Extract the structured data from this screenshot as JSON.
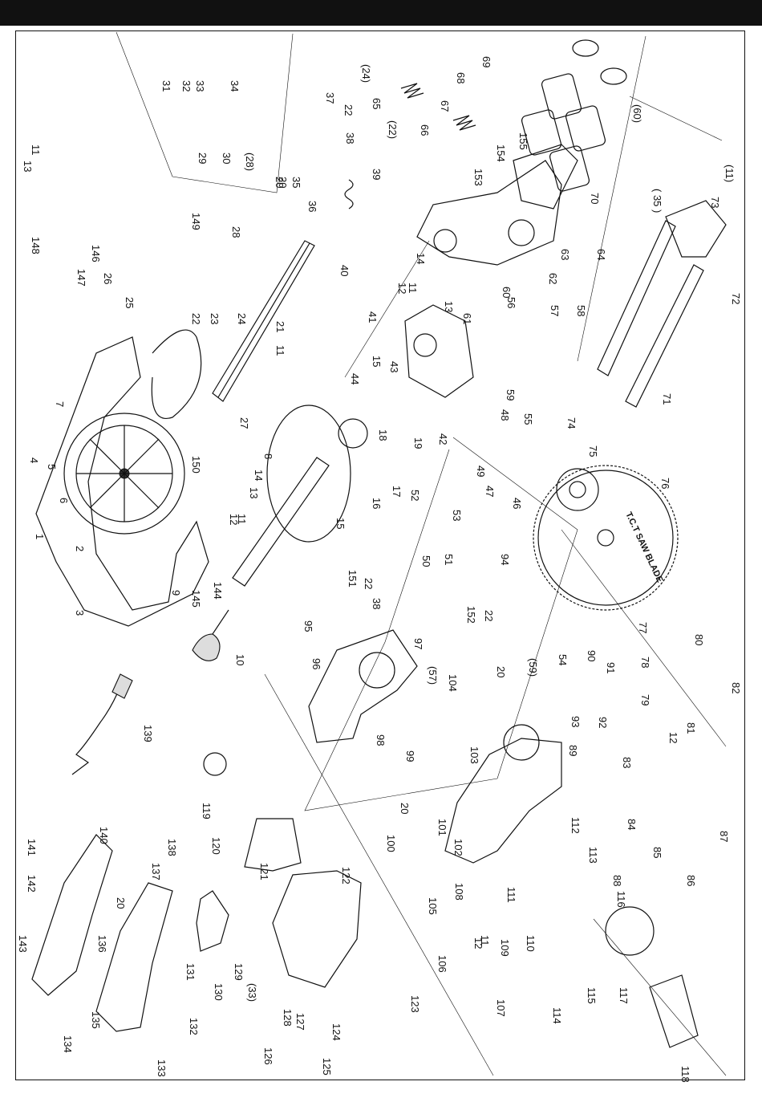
{
  "colors": {
    "header": "#111111",
    "line": "#111111",
    "background": "#ffffff"
  },
  "blade_text": "T.C.T SAW BLADE",
  "labels": [
    {
      "id": "l1",
      "t": "1"
    },
    {
      "id": "l2",
      "t": "2"
    },
    {
      "id": "l3",
      "t": "3"
    },
    {
      "id": "l4",
      "t": "4"
    },
    {
      "id": "l5",
      "t": "5"
    },
    {
      "id": "l6",
      "t": "6"
    },
    {
      "id": "l7",
      "t": "7"
    },
    {
      "id": "l8",
      "t": "8"
    },
    {
      "id": "l9",
      "t": "9"
    },
    {
      "id": "l10",
      "t": "10"
    },
    {
      "id": "l11a",
      "t": "11"
    },
    {
      "id": "l11b",
      "t": "11"
    },
    {
      "id": "l11c",
      "t": "11"
    },
    {
      "id": "l11d",
      "t": "11"
    },
    {
      "id": "l11e",
      "t": "(11)"
    },
    {
      "id": "l11f",
      "t": "11"
    },
    {
      "id": "l12a",
      "t": "12"
    },
    {
      "id": "l12b",
      "t": "12"
    },
    {
      "id": "l12c",
      "t": "12"
    },
    {
      "id": "l12d",
      "t": "12"
    },
    {
      "id": "l13a",
      "t": "13"
    },
    {
      "id": "l13b",
      "t": "13"
    },
    {
      "id": "l13c",
      "t": "13"
    },
    {
      "id": "l14a",
      "t": "14"
    },
    {
      "id": "l14b",
      "t": "14"
    },
    {
      "id": "l15a",
      "t": "15"
    },
    {
      "id": "l15b",
      "t": "15"
    },
    {
      "id": "l16",
      "t": "16"
    },
    {
      "id": "l17",
      "t": "17"
    },
    {
      "id": "l18",
      "t": "18"
    },
    {
      "id": "l19",
      "t": "19"
    },
    {
      "id": "l20a",
      "t": "20"
    },
    {
      "id": "l20b",
      "t": "20"
    },
    {
      "id": "l20c",
      "t": "20"
    },
    {
      "id": "l20d",
      "t": "20"
    },
    {
      "id": "l20e",
      "t": "20"
    },
    {
      "id": "l21",
      "t": "21"
    },
    {
      "id": "l22a",
      "t": "22"
    },
    {
      "id": "l22b",
      "t": "(22)"
    },
    {
      "id": "l22c",
      "t": "22"
    },
    {
      "id": "l22d",
      "t": "22"
    },
    {
      "id": "l22e",
      "t": "22"
    },
    {
      "id": "l23",
      "t": "23"
    },
    {
      "id": "l24a",
      "t": "(24)"
    },
    {
      "id": "l24b",
      "t": "24"
    },
    {
      "id": "l25",
      "t": "25"
    },
    {
      "id": "l26",
      "t": "26"
    },
    {
      "id": "l27",
      "t": "27"
    },
    {
      "id": "l28a",
      "t": "(28)"
    },
    {
      "id": "l28b",
      "t": "28"
    },
    {
      "id": "l29",
      "t": "29"
    },
    {
      "id": "l30",
      "t": "30"
    },
    {
      "id": "l31",
      "t": "31"
    },
    {
      "id": "l32",
      "t": "32"
    },
    {
      "id": "l33a",
      "t": "33"
    },
    {
      "id": "l33b",
      "t": "(33)"
    },
    {
      "id": "l34",
      "t": "34"
    },
    {
      "id": "l35a",
      "t": "35"
    },
    {
      "id": "l35b",
      "t": "( 35 )"
    },
    {
      "id": "l36",
      "t": "36"
    },
    {
      "id": "l37",
      "t": "37"
    },
    {
      "id": "l38a",
      "t": "38"
    },
    {
      "id": "l38b",
      "t": "38"
    },
    {
      "id": "l39",
      "t": "39"
    },
    {
      "id": "l40",
      "t": "40"
    },
    {
      "id": "l41",
      "t": "41"
    },
    {
      "id": "l42",
      "t": "42"
    },
    {
      "id": "l43",
      "t": "43"
    },
    {
      "id": "l44",
      "t": "44"
    },
    {
      "id": "l46",
      "t": "46"
    },
    {
      "id": "l47",
      "t": "47"
    },
    {
      "id": "l48",
      "t": "48"
    },
    {
      "id": "l49",
      "t": "49"
    },
    {
      "id": "l50",
      "t": "50"
    },
    {
      "id": "l51",
      "t": "51"
    },
    {
      "id": "l52",
      "t": "52"
    },
    {
      "id": "l53",
      "t": "53"
    },
    {
      "id": "l54",
      "t": "54"
    },
    {
      "id": "l55",
      "t": "55"
    },
    {
      "id": "l56",
      "t": "56"
    },
    {
      "id": "l57a",
      "t": "57"
    },
    {
      "id": "l57b",
      "t": "(57)"
    },
    {
      "id": "l58",
      "t": "58"
    },
    {
      "id": "l59a",
      "t": "59"
    },
    {
      "id": "l59b",
      "t": "(59)"
    },
    {
      "id": "l60a",
      "t": "60"
    },
    {
      "id": "l60b",
      "t": "(60)"
    },
    {
      "id": "l61",
      "t": "61"
    },
    {
      "id": "l62",
      "t": "62"
    },
    {
      "id": "l63",
      "t": "63"
    },
    {
      "id": "l64",
      "t": "64"
    },
    {
      "id": "l65",
      "t": "65"
    },
    {
      "id": "l66",
      "t": "66"
    },
    {
      "id": "l67",
      "t": "67"
    },
    {
      "id": "l68",
      "t": "68"
    },
    {
      "id": "l69",
      "t": "69"
    },
    {
      "id": "l70",
      "t": "70"
    },
    {
      "id": "l71",
      "t": "71"
    },
    {
      "id": "l72",
      "t": "72"
    },
    {
      "id": "l73",
      "t": "73"
    },
    {
      "id": "l74",
      "t": "74"
    },
    {
      "id": "l75",
      "t": "75"
    },
    {
      "id": "l76",
      "t": "76"
    },
    {
      "id": "l77",
      "t": "77"
    },
    {
      "id": "l78",
      "t": "78"
    },
    {
      "id": "l79",
      "t": "79"
    },
    {
      "id": "l80",
      "t": "80"
    },
    {
      "id": "l81",
      "t": "81"
    },
    {
      "id": "l82",
      "t": "82"
    },
    {
      "id": "l83",
      "t": "83"
    },
    {
      "id": "l84",
      "t": "84"
    },
    {
      "id": "l85",
      "t": "85"
    },
    {
      "id": "l86",
      "t": "86"
    },
    {
      "id": "l87",
      "t": "87"
    },
    {
      "id": "l88",
      "t": "88"
    },
    {
      "id": "l89",
      "t": "89"
    },
    {
      "id": "l90",
      "t": "90"
    },
    {
      "id": "l91",
      "t": "91"
    },
    {
      "id": "l92",
      "t": "92"
    },
    {
      "id": "l93",
      "t": "93"
    },
    {
      "id": "l94",
      "t": "94"
    },
    {
      "id": "l95",
      "t": "95"
    },
    {
      "id": "l96",
      "t": "96"
    },
    {
      "id": "l97",
      "t": "97"
    },
    {
      "id": "l98",
      "t": "98"
    },
    {
      "id": "l99",
      "t": "99"
    },
    {
      "id": "l100",
      "t": "100"
    },
    {
      "id": "l101",
      "t": "101"
    },
    {
      "id": "l102",
      "t": "102"
    },
    {
      "id": "l103",
      "t": "103"
    },
    {
      "id": "l104",
      "t": "104"
    },
    {
      "id": "l105",
      "t": "105"
    },
    {
      "id": "l106",
      "t": "106"
    },
    {
      "id": "l107",
      "t": "107"
    },
    {
      "id": "l108",
      "t": "108"
    },
    {
      "id": "l109",
      "t": "109"
    },
    {
      "id": "l110",
      "t": "110"
    },
    {
      "id": "l111",
      "t": "111"
    },
    {
      "id": "l112",
      "t": "112"
    },
    {
      "id": "l113",
      "t": "113"
    },
    {
      "id": "l114",
      "t": "114"
    },
    {
      "id": "l115",
      "t": "115"
    },
    {
      "id": "l116",
      "t": "116"
    },
    {
      "id": "l117",
      "t": "117"
    },
    {
      "id": "l118",
      "t": "118"
    },
    {
      "id": "l119",
      "t": "119"
    },
    {
      "id": "l120",
      "t": "120"
    },
    {
      "id": "l121",
      "t": "121"
    },
    {
      "id": "l122",
      "t": "122"
    },
    {
      "id": "l123",
      "t": "123"
    },
    {
      "id": "l124",
      "t": "124"
    },
    {
      "id": "l125",
      "t": "125"
    },
    {
      "id": "l126",
      "t": "126"
    },
    {
      "id": "l127",
      "t": "127"
    },
    {
      "id": "l128",
      "t": "128"
    },
    {
      "id": "l129",
      "t": "129"
    },
    {
      "id": "l130",
      "t": "130"
    },
    {
      "id": "l131",
      "t": "131"
    },
    {
      "id": "l132",
      "t": "132"
    },
    {
      "id": "l133",
      "t": "133"
    },
    {
      "id": "l134",
      "t": "134"
    },
    {
      "id": "l135",
      "t": "135"
    },
    {
      "id": "l136",
      "t": "136"
    },
    {
      "id": "l137",
      "t": "137"
    },
    {
      "id": "l138",
      "t": "138"
    },
    {
      "id": "l139",
      "t": "139"
    },
    {
      "id": "l140",
      "t": "140"
    },
    {
      "id": "l141",
      "t": "141"
    },
    {
      "id": "l142",
      "t": "142"
    },
    {
      "id": "l143",
      "t": "143"
    },
    {
      "id": "l144",
      "t": "144"
    },
    {
      "id": "l145",
      "t": "145"
    },
    {
      "id": "l146",
      "t": "146"
    },
    {
      "id": "l147",
      "t": "147"
    },
    {
      "id": "l148",
      "t": "148"
    },
    {
      "id": "l149",
      "t": "149"
    },
    {
      "id": "l150",
      "t": "150"
    },
    {
      "id": "l151",
      "t": "151"
    },
    {
      "id": "l152",
      "t": "152"
    },
    {
      "id": "l153",
      "t": "153"
    },
    {
      "id": "l154",
      "t": "154"
    },
    {
      "id": "l155",
      "t": "155"
    }
  ]
}
